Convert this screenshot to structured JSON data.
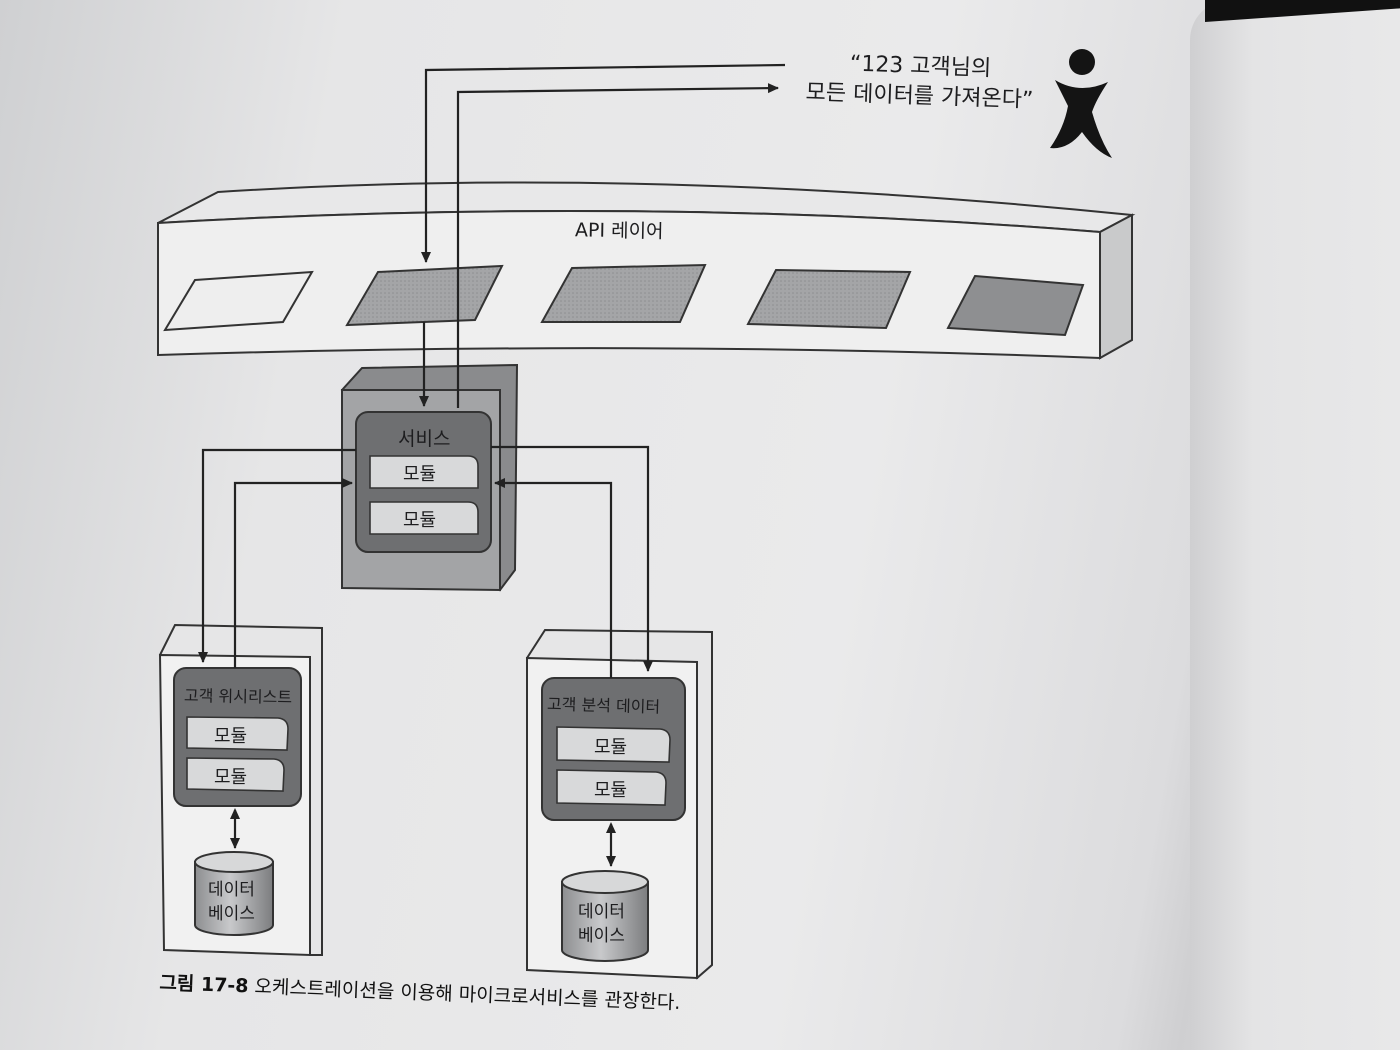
{
  "quote": {
    "line1": "“123 고객님의",
    "line2": "모든 데이터를 가져온다”"
  },
  "api_layer": {
    "label": "API 레이어"
  },
  "service": {
    "title": "서비스",
    "modules": [
      "모듈",
      "모듈"
    ]
  },
  "wishlist_service": {
    "title": "고객 위시리스트",
    "modules": [
      "모듈",
      "모듈"
    ],
    "database": {
      "line1": "데이터",
      "line2": "베이스"
    }
  },
  "analytics_service": {
    "title": "고객 분석 데이터",
    "modules": [
      "모듈",
      "모듈"
    ],
    "database": {
      "line1": "데이터",
      "line2": "베이스"
    }
  },
  "caption": {
    "number": "그림 17-8",
    "text": "오케스트레이션을 이용해 마이크로서비스를 관장한다."
  },
  "icons": [
    "person-icon"
  ],
  "colors": {
    "dark_fill": "#6e6f71",
    "mid_fill": "#9c9d9f",
    "light_fill": "#d7d8d9",
    "line": "#222222"
  }
}
